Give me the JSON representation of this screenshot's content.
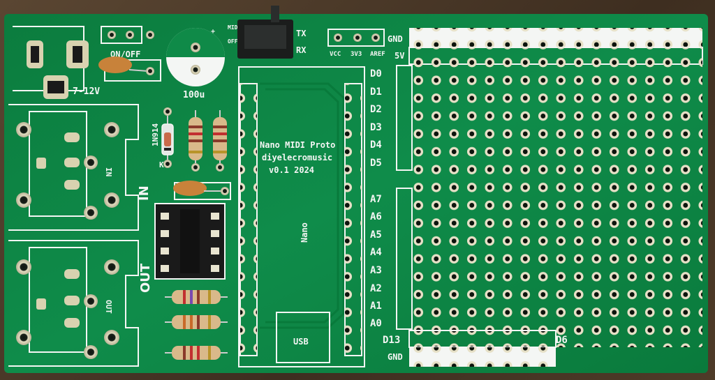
{
  "board": {
    "title_lines": [
      "Nano MIDI Proto",
      "diyelecromusic",
      "v0.1 2024"
    ],
    "module_label": "Nano",
    "usb_label": "USB",
    "power_switch_label": "ON/OFF",
    "power_input_label": "7-12V",
    "capacitor_value": "100u",
    "diode_label": "1N914",
    "diode_k_label": "K",
    "midi_in_label": "IN",
    "midi_in_socket_label": "IN",
    "midi_out_label": "OUT",
    "midi_out_socket_label": "OUT",
    "switch_side_labels": [
      "MIDI",
      "OFF"
    ],
    "tx_label": "TX",
    "rx_label": "RX",
    "header_labels": [
      "VCC",
      "3V3",
      "AREF"
    ],
    "rail_labels": [
      "GND",
      "5V"
    ],
    "digital_pins": [
      "D0",
      "D1",
      "D2",
      "D3",
      "D4",
      "D5"
    ],
    "analog_pins": [
      "A7",
      "A6",
      "A5",
      "A4",
      "A3",
      "A2",
      "A1",
      "A0"
    ],
    "bottom_labels": [
      "D13",
      "GND",
      "D6"
    ]
  },
  "colors": {
    "pcb_green": "#0f8a48",
    "silkscreen": "#f4f6f4",
    "pad_gold": "#d8d2b0",
    "resistor_body": "#d9b98a",
    "ceramic_cap": "#c8823a",
    "ic_socket": "#1a1a1a"
  }
}
